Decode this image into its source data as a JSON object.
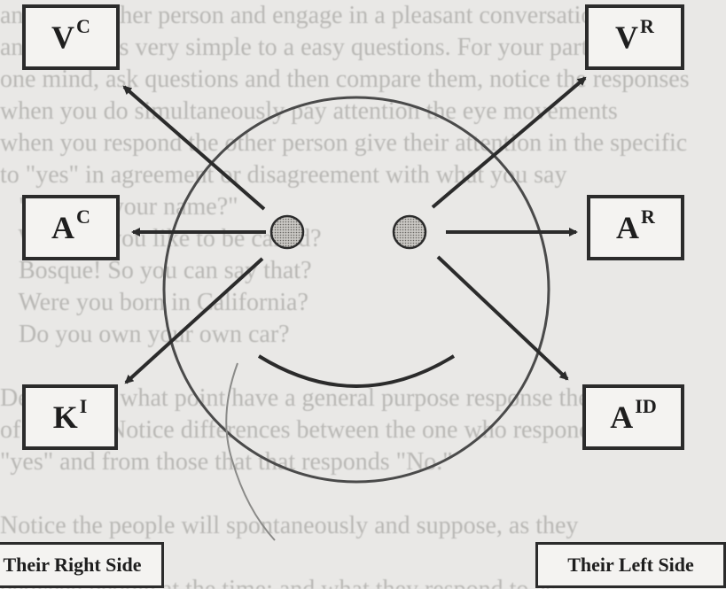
{
  "boxes": {
    "vc": {
      "main": "V",
      "sup": "C"
    },
    "vr": {
      "main": "V",
      "sup": "R"
    },
    "ac": {
      "main": "A",
      "sup": "C"
    },
    "ar": {
      "main": "A",
      "sup": "R"
    },
    "ki": {
      "main": "K",
      "sup": "I"
    },
    "aid": {
      "main": "A",
      "sup": "ID"
    }
  },
  "sides": {
    "right": "Their Right Side",
    "left": "Their Left Side"
  },
  "background_text": "and some other person and engage in a pleasant conversation\nand with it is very simple to a easy questions. For your partner\none mind, ask questions and then compare them, notice the responses\nwhen you do simultaneously pay attention the eye movements\nwhen you respond the other person give their attention in the specific\nto \"yes\" in agreement or disagreement with what you say\n   \"What is your name?\"\n   What do you like to be called?\n   Bosque! So you can say that?\n   Were you born in California?\n   Do you own your own car?\n\nDescribe to what point have a general purpose response the face\nof partner. Notice differences between the one who responded\n\"yes\" and from those that that responds \"No.\"\n\nNotice the people will spontaneously and suppose, as they\n\nbetween people at the time; and what they respond to as"
}
